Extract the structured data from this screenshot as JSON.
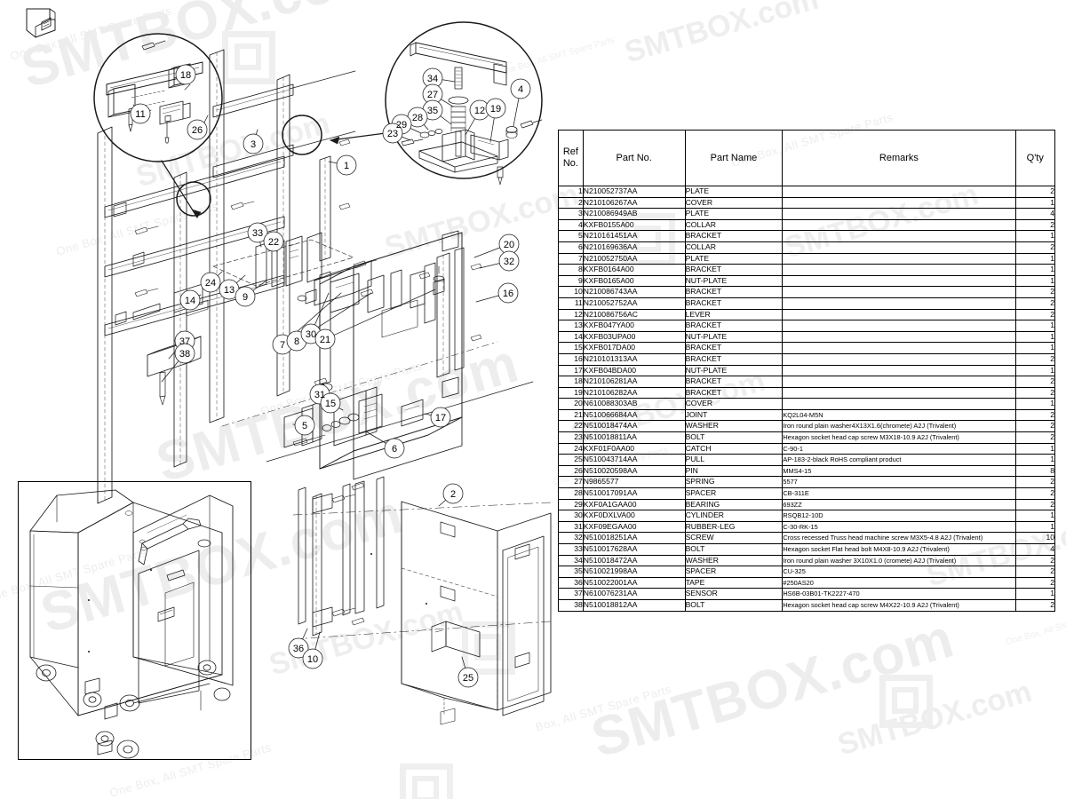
{
  "watermarks": {
    "brand": "SMTBOX.com",
    "tagline": "One Box, All SMT Spare Parts",
    "tagline_alt": "Box, All SMT Spare Parts",
    "short": "SMTBOX"
  },
  "table": {
    "columns": [
      "Ref\nNo.",
      "Part No.",
      "Part Name",
      "Remarks",
      "Q'ty"
    ],
    "headers": {
      "ref": "Ref No.",
      "ref_line1": "Ref",
      "ref_line2": "No.",
      "part_no": "Part No.",
      "part_name": "Part Name",
      "remarks": "Remarks",
      "qty": "Q'ty"
    },
    "rows": [
      {
        "ref": "1",
        "part_no": "N210052737AA",
        "part_name": "PLATE",
        "remarks": "",
        "qty": "2"
      },
      {
        "ref": "2",
        "part_no": "N210106267AA",
        "part_name": "COVER",
        "remarks": "",
        "qty": "1"
      },
      {
        "ref": "3",
        "part_no": "N210086949AB",
        "part_name": "PLATE",
        "remarks": "",
        "qty": "4"
      },
      {
        "ref": "4",
        "part_no": "KXFB0155A00",
        "part_name": "COLLAR",
        "remarks": "",
        "qty": "2"
      },
      {
        "ref": "5",
        "part_no": "N210161451AA",
        "part_name": "BRACKET",
        "remarks": "",
        "qty": "1"
      },
      {
        "ref": "6",
        "part_no": "N210169636AA",
        "part_name": "COLLAR",
        "remarks": "",
        "qty": "2"
      },
      {
        "ref": "7",
        "part_no": "N210052750AA",
        "part_name": "PLATE",
        "remarks": "",
        "qty": "1"
      },
      {
        "ref": "8",
        "part_no": "KXFB0164A00",
        "part_name": "BRACKET",
        "remarks": "",
        "qty": "1"
      },
      {
        "ref": "9",
        "part_no": "KXFB0165A00",
        "part_name": "NUT-PLATE",
        "remarks": "",
        "qty": "1"
      },
      {
        "ref": "10",
        "part_no": "N210086743AA",
        "part_name": "BRACKET",
        "remarks": "",
        "qty": "2"
      },
      {
        "ref": "11",
        "part_no": "N210052752AA",
        "part_name": "BRACKET",
        "remarks": "",
        "qty": "2"
      },
      {
        "ref": "12",
        "part_no": "N210086756AC",
        "part_name": "LEVER",
        "remarks": "",
        "qty": "2"
      },
      {
        "ref": "13",
        "part_no": "KXFB047YA00",
        "part_name": "BRACKET",
        "remarks": "",
        "qty": "1"
      },
      {
        "ref": "14",
        "part_no": "KXFB03UPA00",
        "part_name": "NUT-PLATE",
        "remarks": "",
        "qty": "1"
      },
      {
        "ref": "15",
        "part_no": "KXFB017DA00",
        "part_name": "BRACKET",
        "remarks": "",
        "qty": "1"
      },
      {
        "ref": "16",
        "part_no": "N210101313AA",
        "part_name": "BRACKET",
        "remarks": "",
        "qty": "2"
      },
      {
        "ref": "17",
        "part_no": "KXFB04BDA00",
        "part_name": "NUT-PLATE",
        "remarks": "",
        "qty": "1"
      },
      {
        "ref": "18",
        "part_no": "N210106281AA",
        "part_name": "BRACKET",
        "remarks": "",
        "qty": "2"
      },
      {
        "ref": "19",
        "part_no": "N210106282AA",
        "part_name": "BRACKET",
        "remarks": "",
        "qty": "2"
      },
      {
        "ref": "20",
        "part_no": "N610088303AB",
        "part_name": "COVER",
        "remarks": "",
        "qty": "1"
      },
      {
        "ref": "21",
        "part_no": "N510066684AA",
        "part_name": "JOINT",
        "remarks": "KQ2L04-M5N",
        "qty": "2"
      },
      {
        "ref": "22",
        "part_no": "N510018474AA",
        "part_name": "WASHER",
        "remarks": "Iron round plain washer4X13X1.6(chromete) A2J (Trivalent)",
        "qty": "2"
      },
      {
        "ref": "23",
        "part_no": "N510018811AA",
        "part_name": "BOLT",
        "remarks": "Hexagon socket head cap screw M3X18-10.9 A2J (Trivalent)",
        "qty": "2"
      },
      {
        "ref": "24",
        "part_no": "KXF01F0AA00",
        "part_name": "CATCH",
        "remarks": "C-90-1",
        "qty": "1"
      },
      {
        "ref": "25",
        "part_no": "N510043714AA",
        "part_name": "PULL",
        "remarks": "AP-183-2-black RoHS compliant product",
        "qty": "1"
      },
      {
        "ref": "26",
        "part_no": "N510020598AA",
        "part_name": "PIN",
        "remarks": "MMS4-15",
        "qty": "8"
      },
      {
        "ref": "27",
        "part_no": "N9865577",
        "part_name": "SPRING",
        "remarks": "5577",
        "qty": "2"
      },
      {
        "ref": "28",
        "part_no": "N510017091AA",
        "part_name": "SPACER",
        "remarks": "CB-311E",
        "qty": "2"
      },
      {
        "ref": "29",
        "part_no": "KXF0A1GAA00",
        "part_name": "BEARING",
        "remarks": "693ZZ",
        "qty": "2"
      },
      {
        "ref": "30",
        "part_no": "KXF0DXLVA00",
        "part_name": "CYLINDER",
        "remarks": "RSQB12-10D",
        "qty": "1"
      },
      {
        "ref": "31",
        "part_no": "KXF09EGAA00",
        "part_name": "RUBBER-LEG",
        "remarks": "C-30-RK-15",
        "qty": "1"
      },
      {
        "ref": "32",
        "part_no": "N510018251AA",
        "part_name": "SCREW",
        "remarks": "Cross recessed Truss head machine screw M3X5-4.8 A2J (Trivalent)",
        "qty": "10"
      },
      {
        "ref": "33",
        "part_no": "N510017628AA",
        "part_name": "BOLT",
        "remarks": "Hexagon socket Flat head bolt M4X8-10.9 A2J (Trivalent)",
        "qty": "4"
      },
      {
        "ref": "34",
        "part_no": "N510018472AA",
        "part_name": "WASHER",
        "remarks": "Iron round plain washer 3X10X1.0 (cromete) A2J (Trivalent)",
        "qty": "2"
      },
      {
        "ref": "35",
        "part_no": "N510021998AA",
        "part_name": "SPACER",
        "remarks": "CU-325",
        "qty": "2"
      },
      {
        "ref": "36",
        "part_no": "N510022001AA",
        "part_name": "TAPE",
        "remarks": "#250AS20",
        "qty": "2"
      },
      {
        "ref": "37",
        "part_no": "N610076231AA",
        "part_name": "SENSOR",
        "remarks": "HS6B-03B01-TK2227-470",
        "qty": "1"
      },
      {
        "ref": "38",
        "part_no": "N510018812AA",
        "part_name": "BOLT",
        "remarks": "Hexagon socket head cap screw M4X22-10.9 A2J (Trivalent)",
        "qty": "2"
      }
    ]
  },
  "callouts": {
    "detail_top_left": [
      "18",
      "11"
    ],
    "detail_top_right": [
      "34",
      "27",
      "35",
      "28",
      "29",
      "23",
      "12",
      "19",
      "4"
    ],
    "main_frame": [
      "26",
      "3",
      "1",
      "33",
      "22",
      "24",
      "13",
      "9",
      "14",
      "37",
      "38",
      "7",
      "8",
      "30",
      "21",
      "31",
      "15",
      "5",
      "6",
      "17",
      "20",
      "32",
      "16"
    ],
    "bottom_panel": [
      "2",
      "36",
      "10",
      "25"
    ],
    "all": [
      "1",
      "2",
      "3",
      "4",
      "5",
      "6",
      "7",
      "8",
      "9",
      "10",
      "11",
      "12",
      "13",
      "14",
      "15",
      "16",
      "17",
      "18",
      "19",
      "20",
      "21",
      "22",
      "23",
      "24",
      "25",
      "26",
      "27",
      "28",
      "29",
      "30",
      "31",
      "32",
      "33",
      "34",
      "35",
      "36",
      "37",
      "38"
    ]
  },
  "colors": {
    "line": "#1a1a1a",
    "watermark": "#ededee",
    "paper": "#ffffff"
  }
}
